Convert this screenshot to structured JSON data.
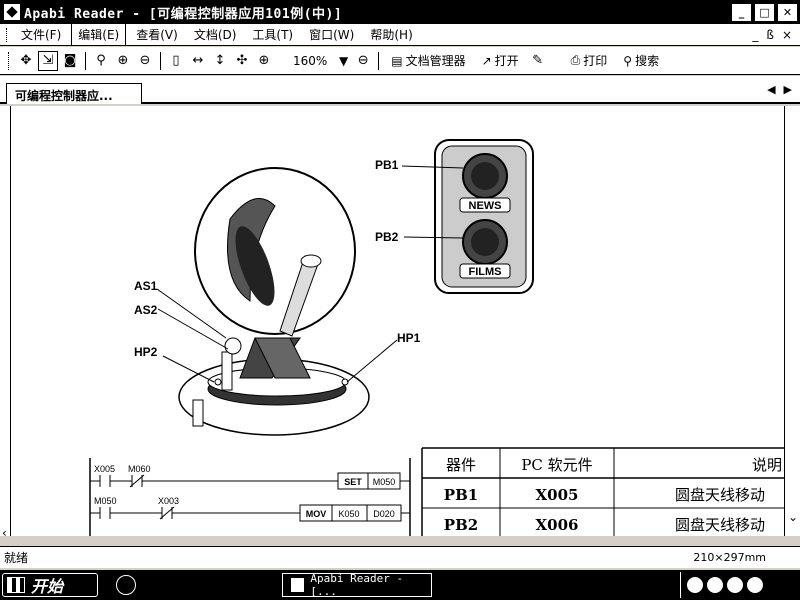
{
  "window": {
    "title": "Apabi Reader - [可编程控制器应用101例(中)]",
    "minimize": "_",
    "maximize": "□",
    "close": "✕"
  },
  "menu": {
    "items": [
      "文件(F)",
      "编辑(E)",
      "查看(V)",
      "文档(D)",
      "工具(T)",
      "窗口(W)",
      "帮助(H)"
    ],
    "active_index": 1,
    "mdi_min": "_",
    "mdi_restore": "ß",
    "mdi_close": "×"
  },
  "toolbar": {
    "zoom": "160%",
    "doc_manager": "文档管理器",
    "open": "打开",
    "print": "打印",
    "search": "搜索"
  },
  "tabs": {
    "active": "可编程控制器应..."
  },
  "figure": {
    "labels": {
      "pb1": "PB1",
      "pb2": "PB2",
      "news": "NEWS",
      "films": "FILMS",
      "as1": "AS1",
      "as2": "AS2",
      "hp1": "HP1",
      "hp2": "HP2"
    },
    "ladder": {
      "c1": "X005",
      "c2": "M060",
      "set": "SET",
      "m050a": "M050",
      "c3": "M050",
      "c4": "X003",
      "mov": "MOV",
      "k050": "K050",
      "d020": "D020"
    },
    "table": {
      "headers": [
        "器件",
        "PC 软元件",
        "说明"
      ],
      "rows": [
        [
          "PB1",
          "X005",
          "圆盘天线移动"
        ],
        [
          "PB2",
          "X006",
          "圆盘天线移动"
        ]
      ]
    }
  },
  "status": {
    "left": "就绪",
    "page_size": "210×297mm"
  },
  "taskbar": {
    "start": "开始",
    "task": "Apabi Reader - [..."
  }
}
